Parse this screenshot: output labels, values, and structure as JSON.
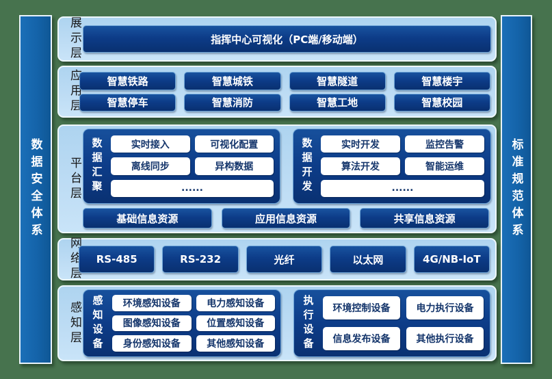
{
  "pillars": {
    "left": "数据安全体系",
    "right": "标准规范体系"
  },
  "layers": {
    "display": {
      "label": "展示层",
      "box": "指挥中心可视化（PC端/移动端）"
    },
    "application": {
      "label": "应用层",
      "items": [
        "智慧铁路",
        "智慧城铁",
        "智慧隧道",
        "智慧楼宇",
        "智慧停车",
        "智慧消防",
        "智慧工地",
        "智慧校园"
      ]
    },
    "platform": {
      "label": "平台层",
      "aggregation": {
        "label": "数据汇聚",
        "items": [
          "实时接入",
          "可视化配置",
          "离线同步",
          "异构数据",
          "......"
        ]
      },
      "development": {
        "label": "数据开发",
        "items": [
          "实时开发",
          "监控告警",
          "算法开发",
          "智能运维",
          "......"
        ]
      },
      "resources": [
        "基础信息资源",
        "应用信息资源",
        "共享信息资源"
      ]
    },
    "network": {
      "label": "网络层",
      "items": [
        "RS-485",
        "RS-232",
        "光纤",
        "以太网",
        "4G/NB-IoT"
      ]
    },
    "perception": {
      "label": "感知层",
      "sensing": {
        "label": "感知设备",
        "items": [
          "环境感知设备",
          "电力感知设备",
          "图像感知设备",
          "位置感知设备",
          "身份感知设备",
          "其他感知设备"
        ]
      },
      "execution": {
        "label": "执行设备",
        "items": [
          "环境控制设备",
          "电力执行设备",
          "信息发布设备",
          "其他执行设备"
        ]
      }
    }
  },
  "colors": {
    "background_green": "#47734e",
    "panel_light_blue": "#bddcf4",
    "box_navy": "#0d3c88",
    "pillar_blue": "#1463a9",
    "white_box_text": "#14356b",
    "panel_border": "#eef7fe"
  }
}
